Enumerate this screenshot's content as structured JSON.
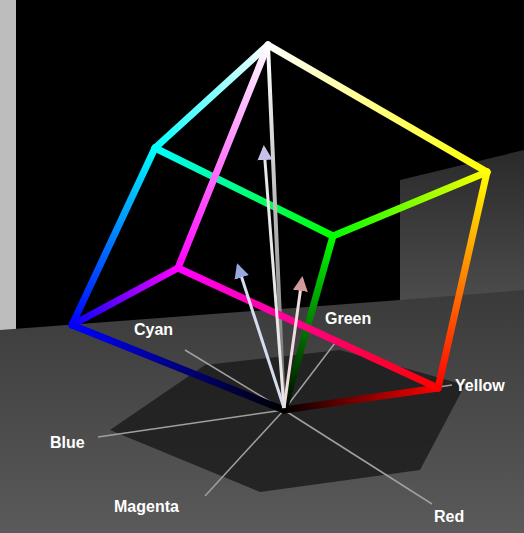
{
  "diagram": {
    "labels": [
      "Green",
      "Cyan",
      "Yellow",
      "Blue",
      "Magenta",
      "Red"
    ]
  }
}
